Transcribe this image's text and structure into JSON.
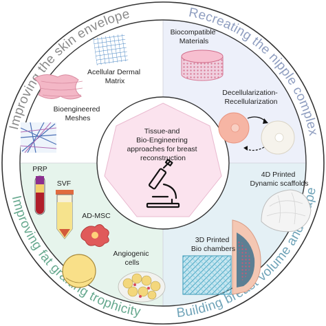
{
  "ring_titles": {
    "top_left": "Improving the skin envelope",
    "top_right": "Recreating the nipple complex",
    "bottom_left": "Improving fat grafting trophicity",
    "bottom_right": "Building breast volume and shape"
  },
  "center": {
    "line1": "Tissue-and",
    "line2": "Bio-Engineering",
    "line3": "approaches for breast",
    "line4": "reconstruction"
  },
  "skin_envelope": {
    "adm_line1": "Acellular Dermal",
    "adm_line2": "Matrix",
    "meshes_line1": "Bioengineered",
    "meshes_line2": "Meshes"
  },
  "nipple": {
    "materials_line1": "Biocompatible",
    "materials_line2": "Materials",
    "decell_line1": "Decellularization-",
    "decell_line2": "Recellularization"
  },
  "fat": {
    "prp": "PRP",
    "svf": "SVF",
    "admsc": "AD-MSC",
    "angio_line1": "Angiogenic",
    "angio_line2": "cells"
  },
  "volume": {
    "scaffolds_line1": "4D Printed",
    "scaffolds_line2": "Dynamic scaffolds",
    "chambers_line1": "3D Printed",
    "chambers_line2": "Bio chambers"
  },
  "colors": {
    "skin": "#8a8a8a",
    "nipple": "#8f9ec0",
    "fat": "#67a98f",
    "volume": "#6fa3b8",
    "center_fill": "#fbe3ee"
  }
}
